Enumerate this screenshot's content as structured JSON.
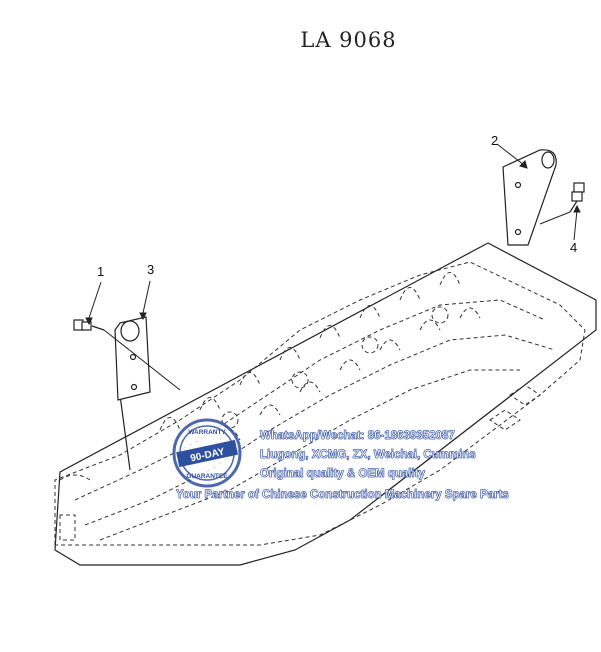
{
  "title": "LA 9068",
  "callouts": [
    "1",
    "2",
    "3",
    "4"
  ],
  "watermark": {
    "badge_top": "WARRANTY",
    "badge_main": "90-DAY",
    "badge_bottom": "GUARANTEE",
    "lines": [
      "WhatsApp/Wechat: 86-18639352087",
      "Liugong, XCMG, ZX, Weichai, Cummins",
      "Original quality & OEM quality",
      "Your Partner of Chinese Construction Machinery Spare Parts"
    ],
    "color": "#2f4fa0"
  },
  "colors": {
    "line": "#222222",
    "background": "#ffffff"
  }
}
